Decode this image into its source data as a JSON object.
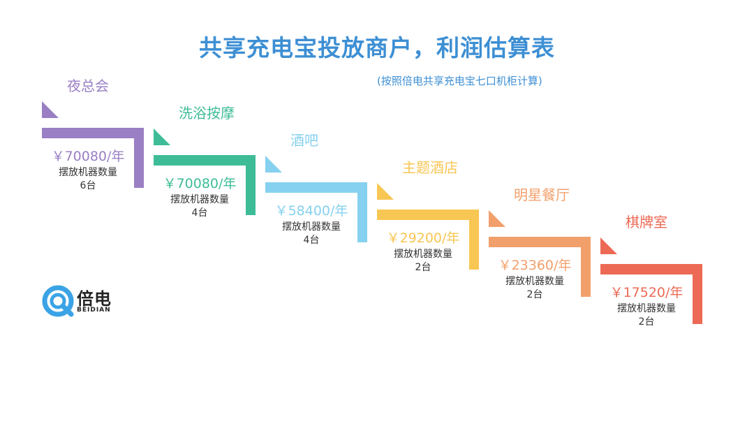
{
  "title": "共享充电宝投放商户，利润估算表",
  "subtitle": "(按照倍电共享充电宝七口机柜计算)",
  "machine_label": "摆放机器数量",
  "steps": [
    {
      "name": "夜总会",
      "amount": "￥70080/年",
      "count": "6台",
      "color": "#9a7fc4"
    },
    {
      "name": "洗浴按摩",
      "amount": "￥70080/年",
      "count": "4台",
      "color": "#3ebc97"
    },
    {
      "name": "酒吧",
      "amount": "￥58400/年",
      "count": "4台",
      "color": "#85d1ef"
    },
    {
      "name": "主题酒店",
      "amount": "￥29200/年",
      "count": "2台",
      "color": "#f8c653"
    },
    {
      "name": "明星餐厅",
      "amount": "￥23360/年",
      "count": "2台",
      "color": "#f2a06b"
    },
    {
      "name": "棋牌室",
      "amount": "￥17520/年",
      "count": "2台",
      "color": "#ec6a55"
    }
  ],
  "logo": {
    "cn": "倍电",
    "en": "BEIDIAN",
    "color": "#3aa3e6"
  }
}
